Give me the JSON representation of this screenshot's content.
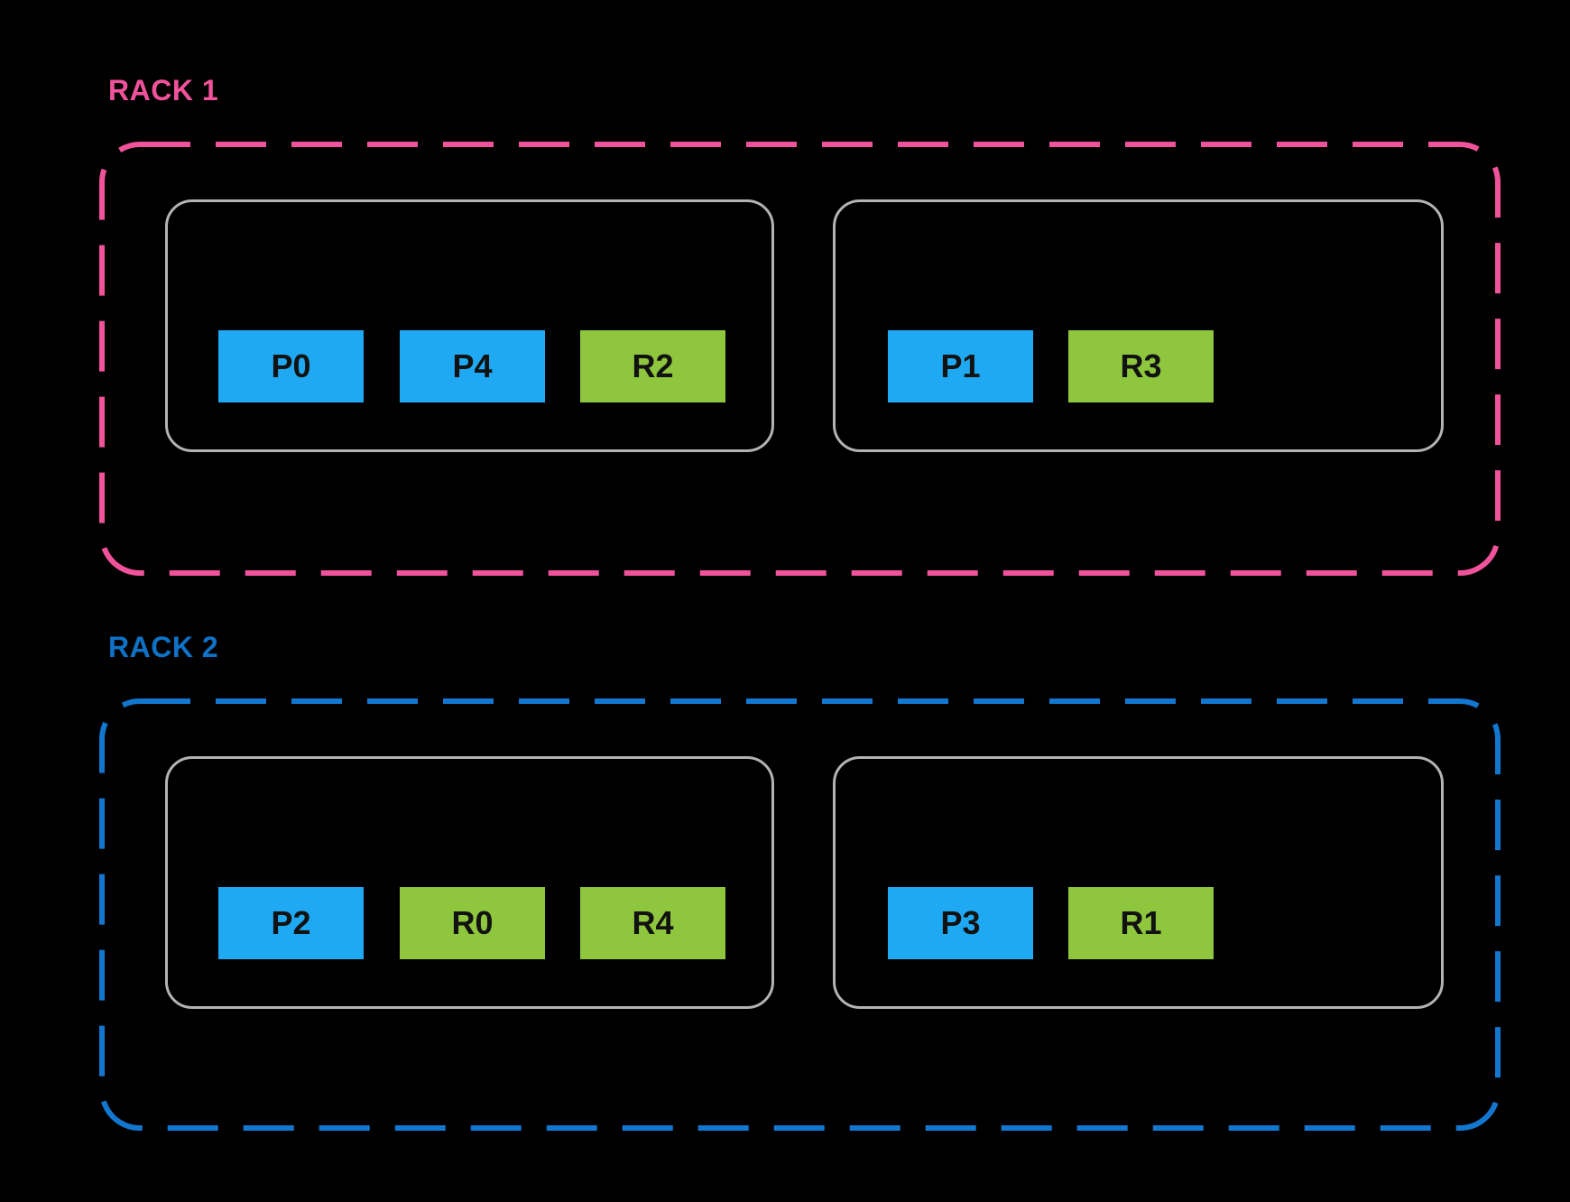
{
  "diagram": {
    "description_visible_text_only": "Two rack groupings, each containing two server nodes holding partition slots",
    "racks": [
      {
        "label": "RACK 1",
        "accent_color": "#F0539B",
        "nodes": [
          {
            "slots": [
              {
                "label": "P0",
                "type": "primary"
              },
              {
                "label": "P4",
                "type": "primary"
              },
              {
                "label": "R2",
                "type": "replica"
              }
            ]
          },
          {
            "slots": [
              {
                "label": "P1",
                "type": "primary"
              },
              {
                "label": "R3",
                "type": "replica"
              }
            ]
          }
        ]
      },
      {
        "label": "RACK 2",
        "accent_color": "#0E72C6",
        "nodes": [
          {
            "slots": [
              {
                "label": "P2",
                "type": "primary"
              },
              {
                "label": "R0",
                "type": "replica"
              },
              {
                "label": "R4",
                "type": "replica"
              }
            ]
          },
          {
            "slots": [
              {
                "label": "P3",
                "type": "primary"
              },
              {
                "label": "R1",
                "type": "replica"
              }
            ]
          }
        ]
      }
    ],
    "colors": {
      "background": "#000000",
      "rack1_dash": "#F0539B",
      "rack2_dash": "#1377D0",
      "primary_slot_fill": "#1EA9F2",
      "replica_slot_fill": "#8EC63E",
      "node_border": "#B3B3B3",
      "slot_text": "#121212"
    }
  }
}
